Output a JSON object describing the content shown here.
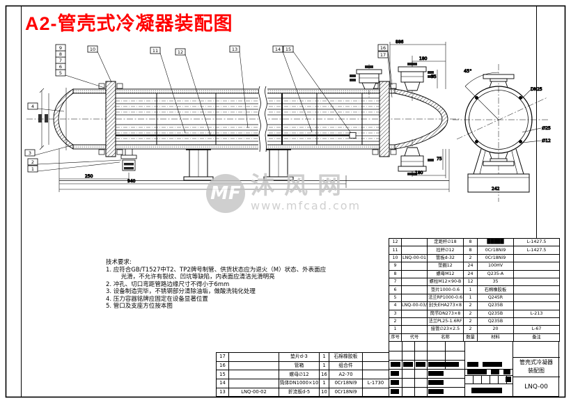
{
  "page": {
    "sheet_title": "A2-管壳式冷凝器装配图"
  },
  "watermark": {
    "logo_text": "MF",
    "site_name": "沐风网",
    "site_url": "www.mfcad.com"
  },
  "tech_requirements": {
    "lines": [
      "技术要求:",
      "1. 应符合GB/T1527中T2、TP2牌号制管、供货状态应为退火（M）状态、外表面应",
      "        光滑，不允许有裂纹、凹坑等缺陷，内表面应清洁光滑明亮",
      "2. 冲孔、切口弯距管路边缘尺寸不得小于6mm",
      "3. 设备制造完毕，不锈钢部分清除油垢，做酸洗钝化处理",
      "4. 压力容器铭牌应固定在设备显著位置",
      "5. 管口及支座方位按本图"
    ]
  },
  "balloons": {
    "labels": [
      "1",
      "2",
      "3",
      "4",
      "5",
      "6",
      "7",
      "8",
      "9",
      "10",
      "11",
      "12",
      "13",
      "14",
      "15",
      "16",
      "17"
    ]
  },
  "dims": {
    "top_length": "886",
    "top_nozzle_offset": "180",
    "top_nozzle_height": "75",
    "bottom_nozzle_offset": "180",
    "bottom_nozzle_height": "75",
    "left_offset": "250",
    "support_span": "940",
    "end_angle": "45°",
    "end_base_width": "242",
    "end_label_top": "DN25",
    "end_label_mid": "∅25",
    "end_label_bottom": "∅12"
  },
  "bom_main": {
    "headers": [
      "序号",
      "代号",
      "名称",
      "数量",
      "材料",
      "备注"
    ],
    "rows": [
      [
        "12",
        "",
        "定距杆∅18",
        "8",
        "█████",
        "L-1427.5"
      ],
      [
        "11",
        "",
        "拉杆∅12",
        "8",
        "0Cr18Ni9",
        "L-1427.5"
      ],
      [
        "10",
        "LNQ-00-01",
        "管板d-32",
        "2",
        "0Cr18Ni9",
        ""
      ],
      [
        "9",
        "",
        "垫圈12",
        "24",
        "100HV",
        ""
      ],
      [
        "8",
        "",
        "螺母M12",
        "24",
        "Q235-A",
        ""
      ],
      [
        "7",
        "",
        "螺柱M12×90-B",
        "12",
        "35",
        ""
      ],
      [
        "6",
        "",
        "垫片1000-0.6",
        "1",
        "石棉橡胶板",
        ""
      ],
      [
        "5",
        "",
        "法兰RP1000-0.6",
        "1",
        "Q245R",
        ""
      ],
      [
        "4",
        "LNQ-00-03/04",
        "封头EHA273×8",
        "2",
        "Q235B",
        ""
      ],
      [
        "3",
        "",
        "筒节DN273×8",
        "2",
        "Q235B",
        "L-213"
      ],
      [
        "2",
        "",
        "法兰PL25-1.6RF",
        "2",
        "Q235B",
        ""
      ],
      [
        "1",
        "",
        "接管∅23×2.5",
        "2",
        "20",
        "L-67"
      ]
    ]
  },
  "bom_continuation": {
    "rows": [
      [
        "17",
        "",
        "垫片d-3",
        "1",
        "石棉橡胶板",
        ""
      ],
      [
        "16",
        "",
        "管箱",
        "1",
        "组合件",
        ""
      ],
      [
        "15",
        "",
        "螺母∅12",
        "16",
        "A2-70",
        ""
      ],
      [
        "14",
        "",
        "筒体DN1000×10",
        "1",
        "0Cr18Ni9",
        "L-1730"
      ],
      [
        "13",
        "LNQ-00-02",
        "折流板d-5",
        "10",
        "0Cr18Ni9",
        ""
      ]
    ]
  },
  "title_block": {
    "product": "管壳式冷凝器",
    "drawing_type": "装配图",
    "drawing_no": "LNQ-00"
  }
}
